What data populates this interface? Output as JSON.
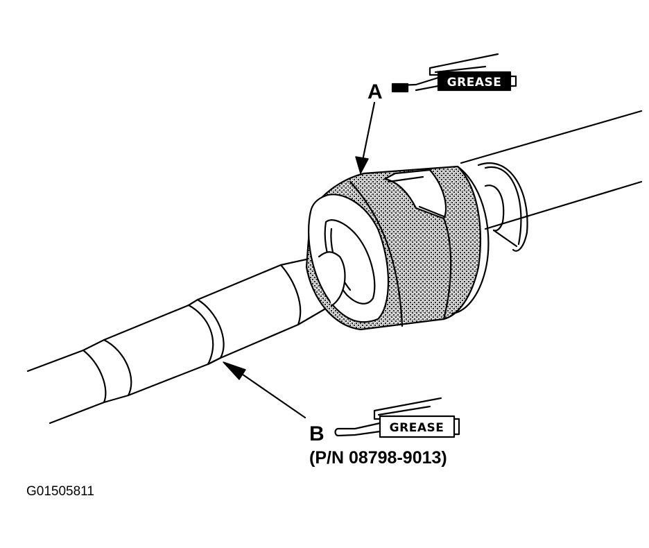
{
  "diagram": {
    "callout_a": {
      "letter": "A",
      "tool_label": "GREASE",
      "tool_icon": "grease-gun-icon"
    },
    "callout_b": {
      "letter": "B",
      "tool_label": "GREASE",
      "part_number": "(P/N 08798-9013)",
      "tool_icon": "grease-gun-icon"
    },
    "figure_id": "G01505811",
    "colors": {
      "ink": "#000000",
      "paper": "#ffffff",
      "stipple": "#555555"
    }
  }
}
